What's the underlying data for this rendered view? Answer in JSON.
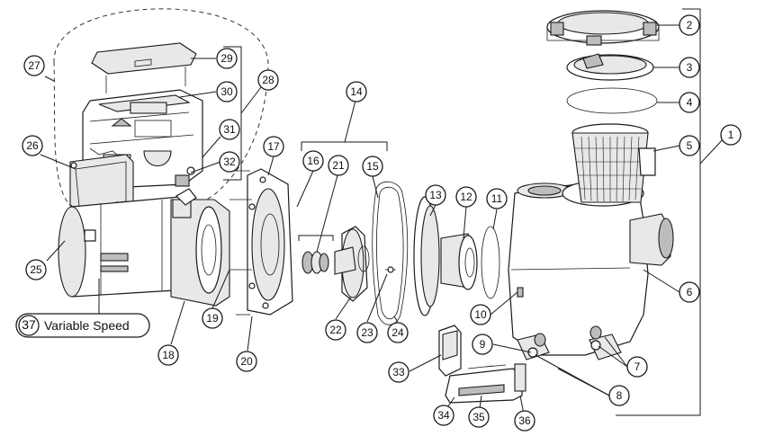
{
  "callouts": [
    {
      "n": "1"
    },
    {
      "n": "2"
    },
    {
      "n": "3"
    },
    {
      "n": "4"
    },
    {
      "n": "5"
    },
    {
      "n": "6"
    },
    {
      "n": "7"
    },
    {
      "n": "8"
    },
    {
      "n": "9"
    },
    {
      "n": "10"
    },
    {
      "n": "11"
    },
    {
      "n": "12"
    },
    {
      "n": "13"
    },
    {
      "n": "14"
    },
    {
      "n": "15"
    },
    {
      "n": "16"
    },
    {
      "n": "17"
    },
    {
      "n": "18"
    },
    {
      "n": "19"
    },
    {
      "n": "20"
    },
    {
      "n": "21"
    },
    {
      "n": "22"
    },
    {
      "n": "23"
    },
    {
      "n": "24"
    },
    {
      "n": "25"
    },
    {
      "n": "26"
    },
    {
      "n": "27"
    },
    {
      "n": "28"
    },
    {
      "n": "29"
    },
    {
      "n": "30"
    },
    {
      "n": "31"
    },
    {
      "n": "32"
    },
    {
      "n": "33"
    },
    {
      "n": "34"
    },
    {
      "n": "35"
    },
    {
      "n": "36"
    }
  ],
  "variable_speed": {
    "number": "37",
    "text": "Variable Speed"
  }
}
